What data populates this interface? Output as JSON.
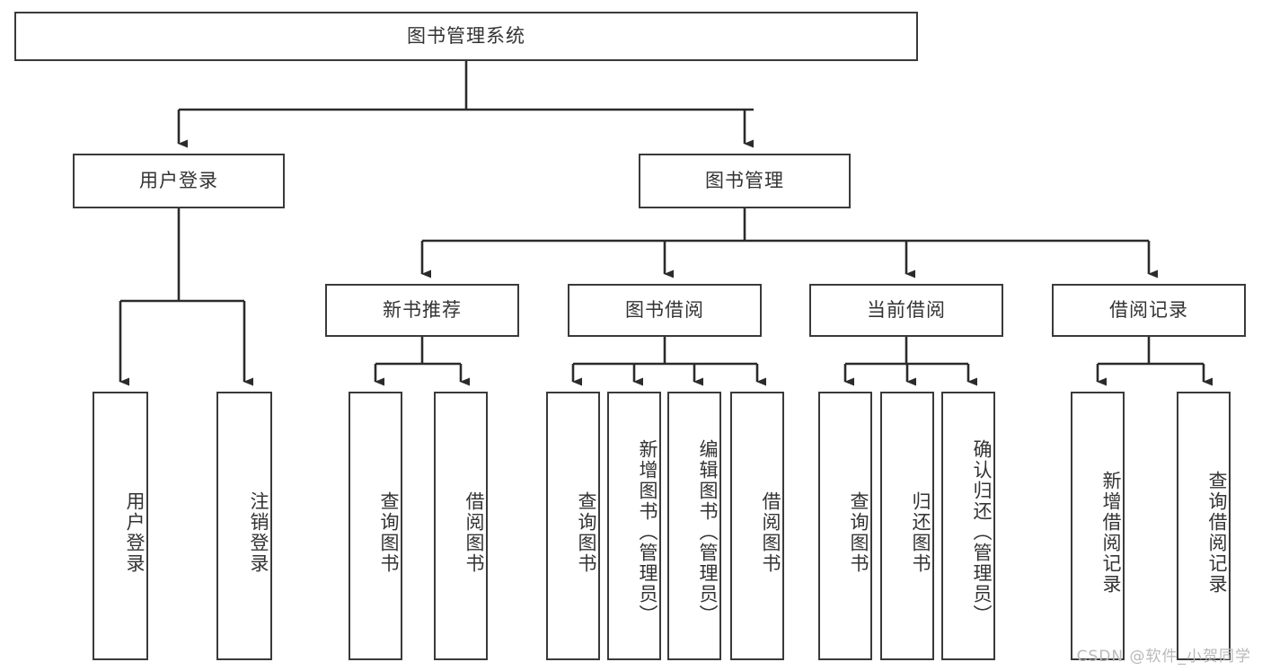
{
  "diagram": {
    "title": "图书管理系统",
    "root": {
      "label": "图书管理系统"
    },
    "level2": [
      {
        "label": "用户登录"
      },
      {
        "label": "图书管理"
      }
    ],
    "level3": [
      {
        "label": "新书推荐"
      },
      {
        "label": "图书借阅"
      },
      {
        "label": "当前借阅"
      },
      {
        "label": "借阅记录"
      }
    ],
    "leaves": {
      "user_login": [
        {
          "label": "用户登录"
        },
        {
          "label": "注销登录"
        }
      ],
      "new_book_recommend": [
        {
          "label": "查询图书"
        },
        {
          "label": "借阅图书"
        }
      ],
      "book_borrow": [
        {
          "label": "查询图书"
        },
        {
          "label": "新增图书（管理员）"
        },
        {
          "label": "编辑图书（管理员）"
        },
        {
          "label": "借阅图书"
        }
      ],
      "current_borrow": [
        {
          "label": "查询图书"
        },
        {
          "label": "归还图书"
        },
        {
          "label": "确认归还（管理员）"
        }
      ],
      "borrow_record": [
        {
          "label": "新增借阅记录"
        },
        {
          "label": "查询借阅记录"
        }
      ]
    }
  },
  "watermark": {
    "text": "CSDN @软件_小贺同学"
  },
  "colors": {
    "stroke": "#3a3a3a",
    "background": "#ffffff",
    "text": "#333333",
    "watermark": "#b9b9b9"
  }
}
